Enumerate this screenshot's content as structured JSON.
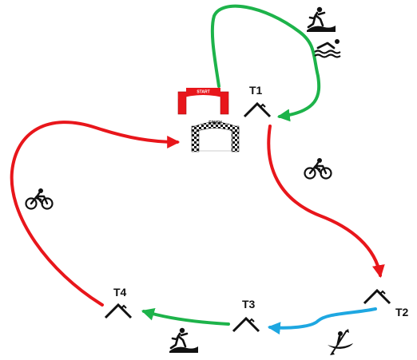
{
  "diagram": {
    "arch": {
      "start_label": "START",
      "finish_label": "FINISH"
    },
    "transitions": [
      {
        "id": "t1",
        "label": "T1"
      },
      {
        "id": "t2",
        "label": "T2"
      },
      {
        "id": "t3",
        "label": "T3"
      },
      {
        "id": "t4",
        "label": "T4"
      }
    ],
    "legs": [
      {
        "id": "run-swim",
        "color": "#1db34a",
        "icons": [
          "run-icon",
          "swim-icon"
        ]
      },
      {
        "id": "bike-t1-t2",
        "color": "#e8161b",
        "icons": [
          "bike-icon"
        ]
      },
      {
        "id": "kayak-t2-t3",
        "color": "#1ea7e1",
        "icons": [
          "kayak-icon"
        ]
      },
      {
        "id": "run-t3-t4",
        "color": "#1db34a",
        "icons": [
          "run-icon"
        ]
      },
      {
        "id": "bike-t4-finish",
        "color": "#e8161b",
        "icons": [
          "bike-icon"
        ]
      }
    ],
    "colors": {
      "red": "#e8161b",
      "green": "#1db34a",
      "blue": "#1ea7e1",
      "black": "#111111"
    }
  }
}
